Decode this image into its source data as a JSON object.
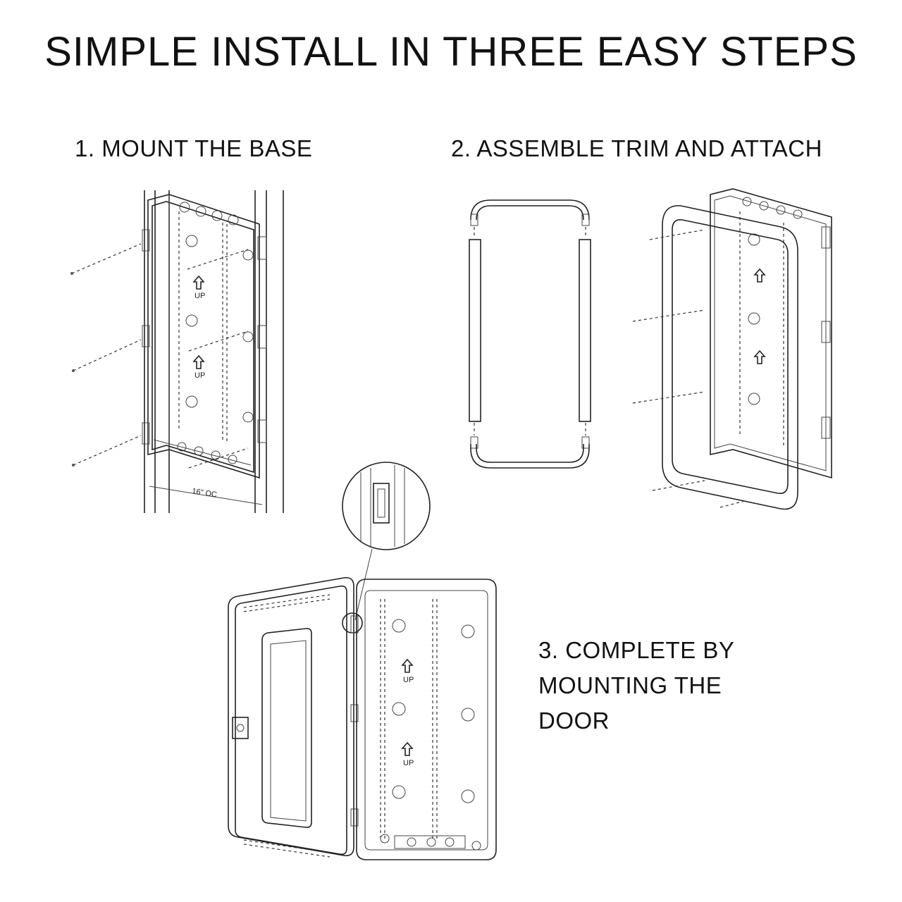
{
  "title": "SIMPLE INSTALL IN THREE EASY STEPS",
  "steps": [
    {
      "label": "1. MOUNT THE BASE"
    },
    {
      "label": "2. ASSEMBLE TRIM AND ATTACH"
    },
    {
      "label": "3. COMPLETE BY\nMOUNTING THE\nDOOR"
    }
  ],
  "diagram_labels": {
    "spacing": "16\" OC",
    "up": "UP"
  }
}
